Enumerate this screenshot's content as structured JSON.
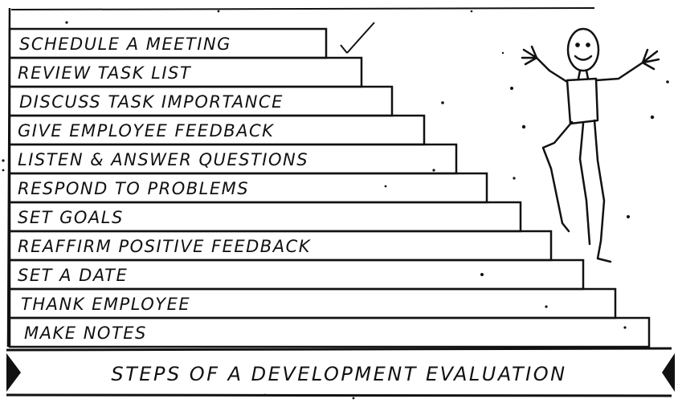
{
  "steps": [
    "SCHEDULE A MEETING",
    "REVIEW TASK LIST",
    "DISCUSS TASK IMPORTANCE",
    "GIVE EMPLOYEE FEEDBACK",
    "LISTEN & ANSWER QUESTIONS",
    "RESPOND TO PROBLEMS",
    "SET GOALS",
    "REAFFIRM POSITIVE FEEDBACK",
    "SET A DATE",
    "THANK EMPLOYEE",
    "MAKE NOTES"
  ],
  "banner": {
    "title": "STEPS OF A DEVELOPMENT EVALUATION"
  },
  "colors": {
    "ink": "#111111",
    "paper": "#ffffff"
  },
  "illustration": {
    "figure": "cheering-stick-figure-illustration"
  }
}
